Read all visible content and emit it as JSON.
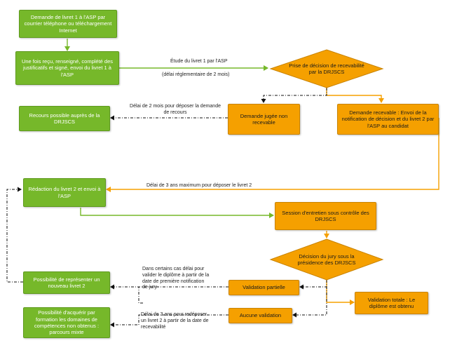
{
  "colors": {
    "green": "#76b82a",
    "orange": "#f5a000",
    "dashed_line": "#111111"
  },
  "nodes": {
    "demande_livret1": "Demande de livret 1  à l'ASP par courrier téléphone ou téléchargement Internet",
    "envoi_livret1": "Une fois reçu, renseigné, complété des justificatifs et signé, envoi du livret 1 à l'ASP",
    "prise_decision": "Prise de décision de recevabilité par la DRJSCS",
    "non_recevable": "Demande jugée non recevable",
    "recevable": "Demande recevable : Envoi de la notification de décision et du livret 2 par l'ASP au candidat",
    "recours": "Recours possible auprès de la DRJSCS",
    "redaction_livret2": "Rédaction du livret 2 et envoi à l'ASP",
    "session_entretien": "Session d'entretien sous contrôle des DRJSCS",
    "decision_jury": "Décision du jury sous la présidence des DRJSCS",
    "validation_partielle": "Validation partielle",
    "aucune_validation": "Aucune validation",
    "validation_totale": "Validation totale : Le diplôme est obtenu",
    "representer": "Possibilité de représenter un nouveau livret 2",
    "parcours_mixte": "Possibilité d'acquérir par formation les domaines de compétences non obtenus : parcours mixte"
  },
  "edge_labels": {
    "etude_line1": "Étude du livret 1 par l'ASP",
    "etude_line2": "(délai réglementaire de 2 mois)",
    "delai_recours": "Délai de 2 mois pour déposer la demande\nde recours",
    "delai_3ans_max": "Délai  de 3 ans maximum pour déposer le livret 2",
    "delai_partielle": "Dans certains cas délai pour\nvalider le diplôme à partir de la\ndate de première notification\nde jury",
    "delai_aucune": "Délai de 3 ans pour redéposer\nun livret 2 à partir de la date de\nrecevabilité"
  }
}
